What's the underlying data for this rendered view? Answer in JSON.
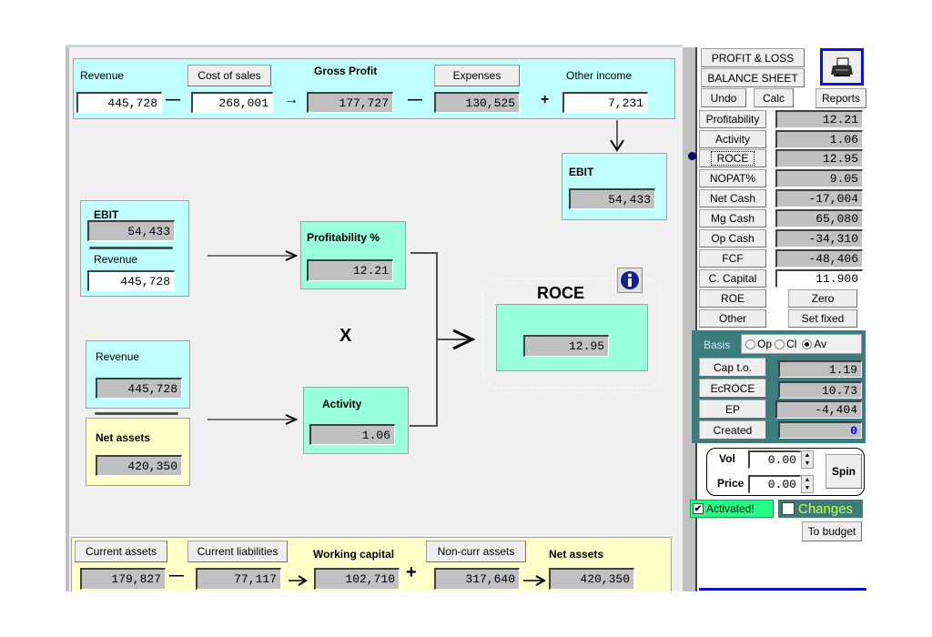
{
  "income": {
    "revenue_label": "Revenue",
    "revenue_value": "445,728",
    "cost_of_sales_button": "Cost of sales",
    "cost_of_sales_value": "268,001",
    "gross_profit_label": "Gross Profit",
    "gross_profit_value": "177,727",
    "expenses_button": "Expenses",
    "expenses_value": "130,525",
    "other_income_label": "Other income",
    "other_income_value": "7,231",
    "minus1": "—",
    "minus2": "—",
    "plus": "+",
    "arrow": "→"
  },
  "ebit_box": {
    "label": "EBIT",
    "value": "54,433"
  },
  "profitability_inputs": {
    "ebit_label": "EBIT",
    "ebit_value": "54,433",
    "revenue_label": "Revenue",
    "revenue_value": "445,728"
  },
  "activity_inputs": {
    "revenue_label": "Revenue",
    "revenue_value": "445,728",
    "net_assets_label": "Net assets",
    "net_assets_value": "420,350"
  },
  "profitability": {
    "label": "Profitability %",
    "value": "12.21"
  },
  "activity": {
    "label": "Activity",
    "value": "1.06"
  },
  "multiply_sign": "X",
  "roce": {
    "label": "ROCE",
    "value": "12.95",
    "info_icon": "info-icon"
  },
  "balance": {
    "current_assets_button": "Current assets",
    "current_assets_value": "179,827",
    "current_liabilities_button": "Current liabilities",
    "current_liabilities_value": "77,117",
    "working_capital_label": "Working capital",
    "working_capital_value": "102,710",
    "non_curr_assets_button": "Non-curr assets",
    "non_curr_assets_value": "317,640",
    "net_assets_label": "Net assets",
    "net_assets_value": "420,350",
    "minus": "—",
    "plus": "+"
  },
  "sidebar": {
    "profit_loss": "PROFIT & LOSS",
    "balance_sheet": "BALANCE SHEET",
    "print_icon": "printer-icon",
    "undo": "Undo",
    "calc": "Calc",
    "reports": "Reports",
    "metrics": [
      {
        "label": "Profitability",
        "value": "12.21"
      },
      {
        "label": "Activity",
        "value": "1.06"
      },
      {
        "label": "ROCE",
        "value": "12.95",
        "selected": true
      },
      {
        "label": "NOPAT%",
        "value": "9.05"
      },
      {
        "label": "Net Cash",
        "value": "-17,004"
      },
      {
        "label": "Mg Cash",
        "value": "65,080"
      },
      {
        "label": "Op Cash",
        "value": "-34,310"
      },
      {
        "label": "FCF",
        "value": "-48,406"
      },
      {
        "label": "C. Capital",
        "value": "11.900"
      }
    ],
    "roe": "ROE",
    "zero": "Zero",
    "other": "Other",
    "set_fixed": "Set fixed",
    "basis": {
      "label": "Basis",
      "options": [
        "Op",
        "Cl",
        "Av"
      ],
      "selected": "Av"
    },
    "basis_metrics": [
      {
        "label": "Cap t.o.",
        "value": "1.19"
      },
      {
        "label": "EcROCE",
        "value": "10.73"
      },
      {
        "label": "EP",
        "value": "-4,404"
      },
      {
        "label": "Created",
        "value": "0"
      }
    ],
    "vol_label": "Vol",
    "vol_value": "0.00",
    "price_label": "Price",
    "price_value": "0.00",
    "spin": "Spin",
    "activated_label": "Activated!",
    "activated_checked": true,
    "changes_label": "Changes",
    "changes_checked": false,
    "to_budget": "To budget"
  },
  "colors": {
    "cyan_panel": "#c0ffff",
    "mint_panel": "#99ffdd",
    "yellow_panel": "#ffffc8",
    "teal_group": "#3c7c7c",
    "activated_bg": "#22ff88",
    "changes_text": "#ccff33",
    "created_value": "#0000ff"
  }
}
